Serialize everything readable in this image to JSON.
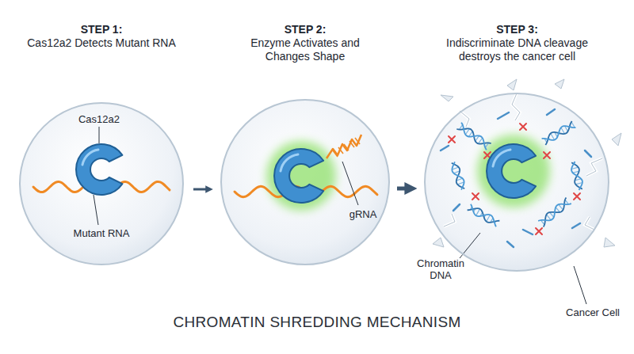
{
  "diagram": {
    "title": "CHROMATIN SHREDDING MECHANISM",
    "nodes": [
      {
        "text": [
          "STEP 1:",
          "Cas12a2 Detects Mutant RNA"
        ]
      },
      {
        "text": [
          "STEP 2:",
          "Enzyme Activates and Changes Shape"
        ]
      },
      {
        "text": [
          "STEP 3:",
          "Indiscriminate DNA cleavage destroys the cancer cell"
        ]
      }
    ],
    "edges": [
      {
        "from": 0,
        "to": 1,
        "arrow": "to"
      },
      {
        "from": 1,
        "to": 2,
        "arrow": "to"
      }
    ],
    "labels": [
      "Cas12a2",
      "Mutant RNA",
      "gRNA",
      "Chromatin DNA",
      "Cancer Cell"
    ]
  }
}
